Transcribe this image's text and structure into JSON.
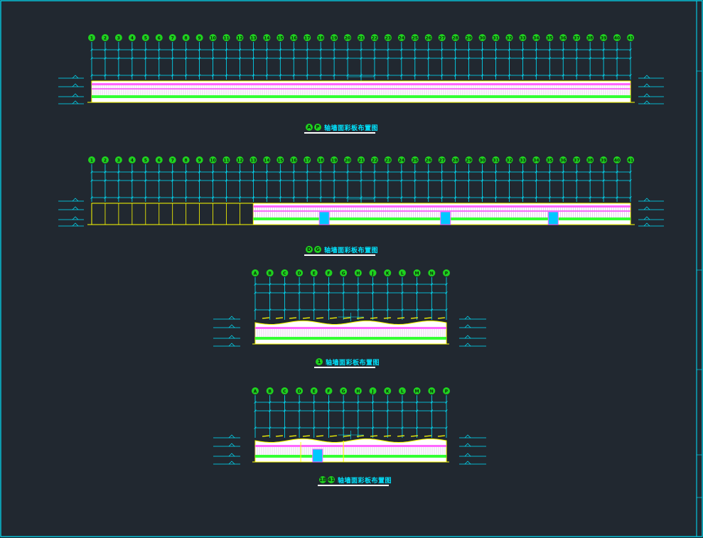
{
  "colors": {
    "background": "#212830",
    "frame": "#00e5ff",
    "grid": "#00e5ff",
    "bubble_fill": "#1fd11f",
    "bubble_text": "#0a2a0a",
    "outline": "#ffff00",
    "panel": "#ff66ff",
    "ground": "#33ff33",
    "door": "#00c8ff",
    "title": "#00e5ff",
    "underline": "#ffffff"
  },
  "elevations": [
    {
      "id": "ap",
      "axis_labels": [
        "1",
        "2",
        "3",
        "4",
        "5",
        "6",
        "7",
        "8",
        "9",
        "10",
        "11",
        "12",
        "13",
        "14",
        "15",
        "16",
        "17",
        "18",
        "19",
        "20",
        "21",
        "22",
        "23",
        "24",
        "25",
        "26",
        "27",
        "28",
        "29",
        "30",
        "31",
        "32",
        "33",
        "34",
        "35",
        "36",
        "37",
        "38",
        "39",
        "40",
        "41"
      ],
      "title_bubbles": [
        "A",
        "P"
      ],
      "title": "轴墙面彩板布置图"
    },
    {
      "id": "dg",
      "axis_labels": [
        "1",
        "2",
        "3",
        "4",
        "5",
        "6",
        "7",
        "8",
        "9",
        "10",
        "11",
        "12",
        "13",
        "14",
        "15",
        "16",
        "17",
        "18",
        "19",
        "20",
        "21",
        "22",
        "23",
        "24",
        "25",
        "26",
        "27",
        "28",
        "29",
        "30",
        "31",
        "32",
        "33",
        "34",
        "35",
        "36",
        "37",
        "38",
        "39",
        "40",
        "41"
      ],
      "title_bubbles": [
        "D",
        "G"
      ],
      "title": "轴墙面彩板布置图"
    },
    {
      "id": "e1",
      "axis_labels": [
        "A",
        "B",
        "C",
        "D",
        "E",
        "F",
        "G",
        "H",
        "J",
        "K",
        "L",
        "M",
        "N",
        "P"
      ],
      "title_bubbles": [
        "1"
      ],
      "title": "轴墙面彩板布置图"
    },
    {
      "id": "e1841",
      "axis_labels": [
        "A",
        "B",
        "C",
        "D",
        "E",
        "F",
        "G",
        "H",
        "J",
        "K",
        "L",
        "M",
        "N",
        "P"
      ],
      "title_bubbles": [
        "18",
        "41"
      ],
      "title": "轴墙面彩板布置图"
    }
  ]
}
